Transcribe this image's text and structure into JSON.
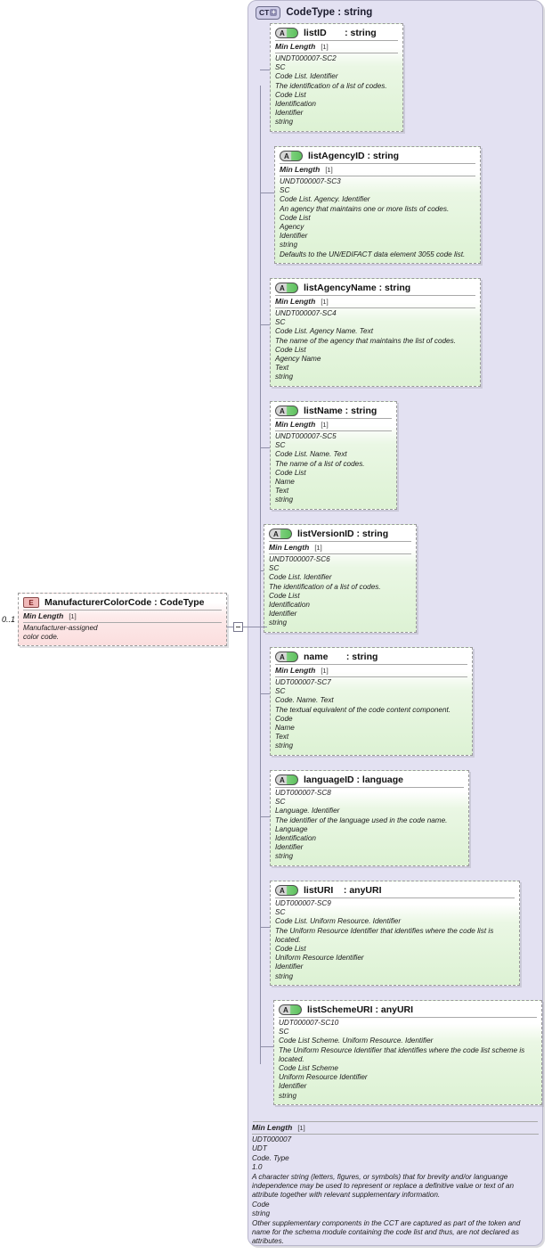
{
  "diagram": {
    "type": "xsd-schema-diagram",
    "colors": {
      "container_fill": "#e3e1f2",
      "attribute_fill": "#ddf2d4",
      "element_fill": "#fbdede",
      "connector": "#8f8fa8"
    }
  },
  "container": {
    "badge": "CT",
    "badge_expander": "+",
    "title": "CodeType : string",
    "icon_name": "complex-type-icon"
  },
  "element": {
    "badge": "E",
    "title": "ManufacturerColorCode : CodeType",
    "cardinality": "0..1",
    "facet_label": "Min Length",
    "facet_value": "[1]",
    "annotation": [
      "Manufacturer-assigned",
      "color code."
    ],
    "expander": "−"
  },
  "attributes": [
    {
      "badge": "A",
      "title": "listID       : string",
      "has_min_length": true,
      "facet_label": "Min Length",
      "facet_value": "[1]",
      "lines": [
        "UNDT000007-SC2",
        "SC",
        "Code List. Identifier",
        "The identification of a list of codes.",
        "Code List",
        "Identification",
        "Identifier",
        "string"
      ]
    },
    {
      "badge": "A",
      "title": "listAgencyID : string",
      "has_min_length": true,
      "facet_label": "Min Length",
      "facet_value": "[1]",
      "lines": [
        "UNDT000007-SC3",
        "SC",
        "Code List. Agency. Identifier",
        "An agency that maintains one or more lists of codes.",
        "Code List",
        "Agency",
        "Identifier",
        "string",
        "Defaults to the UN/EDIFACT data element 3055 code list."
      ]
    },
    {
      "badge": "A",
      "title": "listAgencyName : string",
      "has_min_length": true,
      "facet_label": "Min Length",
      "facet_value": "[1]",
      "lines": [
        "UNDT000007-SC4",
        "SC",
        "Code List. Agency Name. Text",
        "The name of the agency that maintains the list of codes.",
        "Code List",
        "Agency Name",
        "Text",
        "string"
      ]
    },
    {
      "badge": "A",
      "title": "listName : string",
      "has_min_length": true,
      "facet_label": "Min Length",
      "facet_value": "[1]",
      "lines": [
        "UNDT000007-SC5",
        "SC",
        "Code List. Name. Text",
        "The name of a list of codes.",
        "Code List",
        "Name",
        "Text",
        "string"
      ]
    },
    {
      "badge": "A",
      "title": "listVersionID : string",
      "has_min_length": true,
      "facet_label": "Min Length",
      "facet_value": "[1]",
      "lines": [
        "UNDT000007-SC6",
        "SC",
        "Code List. Identifier",
        "The identification of a list of codes.",
        "Code List",
        "Identification",
        "Identifier",
        "string"
      ]
    },
    {
      "badge": "A",
      "title": "name       : string",
      "has_min_length": true,
      "facet_label": "Min Length",
      "facet_value": "[1]",
      "lines": [
        "UDT000007-SC7",
        "SC",
        "Code. Name. Text",
        "The textual equivalent of the code content component.",
        "Code",
        "Name",
        "Text",
        "string"
      ]
    },
    {
      "badge": "A",
      "title": "languageID : language",
      "has_min_length": false,
      "facet_label": "",
      "facet_value": "",
      "lines": [
        "UDT000007-SC8",
        "SC",
        "Language. Identifier",
        "The identifier of the language used in the code name.",
        "Language",
        "Identification",
        "Identifier",
        "string"
      ]
    },
    {
      "badge": "A",
      "title": "listURI    : anyURI",
      "has_min_length": false,
      "facet_label": "",
      "facet_value": "",
      "lines": [
        "UDT000007-SC9",
        "SC",
        "Code List. Uniform Resource. Identifier",
        "The Uniform Resource Identifier that identifies where the code list is located.",
        "Code List",
        "Uniform Resource Identifier",
        "Identifier",
        "string"
      ]
    },
    {
      "badge": "A",
      "title": "listSchemeURI : anyURI",
      "has_min_length": false,
      "facet_label": "",
      "facet_value": "",
      "lines": [
        "UDT000007-SC10",
        "SC",
        "Code List Scheme. Uniform Resource. Identifier",
        "The Uniform Resource Identifier that identifies where the code list scheme is located.",
        "Code List Scheme",
        "Uniform Resource Identifier",
        "Identifier",
        "string"
      ]
    }
  ],
  "footer": {
    "facet_label": "Min Length",
    "facet_value": "[1]",
    "lines": [
      "UDT000007",
      "UDT",
      "Code. Type",
      "1.0",
      "A character string (letters, figures, or symbols) that for brevity and/or languange independence may be used to represent or replace a definitive value or text of an attribute together with relevant supplementary information.",
      "Code",
      "string",
      "Other supplementary components in the CCT are captured as part of the token and name for the schema module containing the code list and thus, are not declared as attributes."
    ]
  }
}
